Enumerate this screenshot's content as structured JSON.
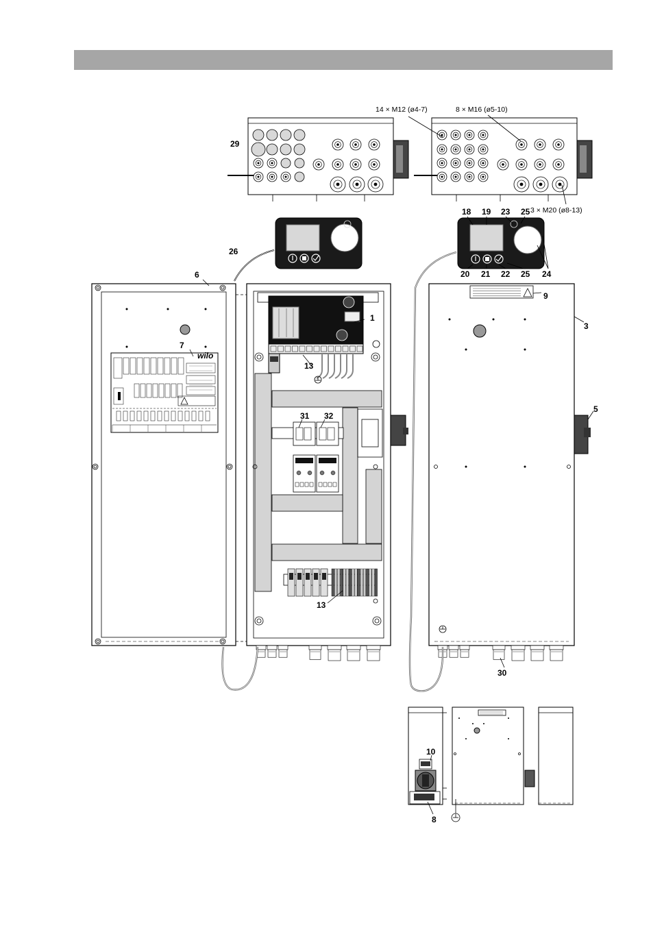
{
  "header": {
    "color": "#a6a6a6"
  },
  "dimensions": {
    "m12": "14 × M12 (ø4-7)",
    "m16": "8 × M16 (ø5-10)",
    "m20": "3 × M20 (ø8-13)"
  },
  "callouts": {
    "c1": "1",
    "c3": "3",
    "c5": "5",
    "c6": "6",
    "c7": "7",
    "c8": "8",
    "c9": "9",
    "c10": "10",
    "c13a": "13",
    "c13b": "13",
    "c18": "18",
    "c19": "19",
    "c20": "20",
    "c21": "21",
    "c22": "22",
    "c23": "23",
    "c25a": "25",
    "c25b": "25",
    "c24": "24",
    "c26": "26",
    "c29": "29",
    "c30": "30",
    "c31": "31",
    "c32": "32"
  },
  "logos": {
    "wilo": "wilo"
  },
  "icons": [
    "power-button-icon",
    "stop-button-icon",
    "confirm-button-icon",
    "warning-icon",
    "ground-icon"
  ]
}
